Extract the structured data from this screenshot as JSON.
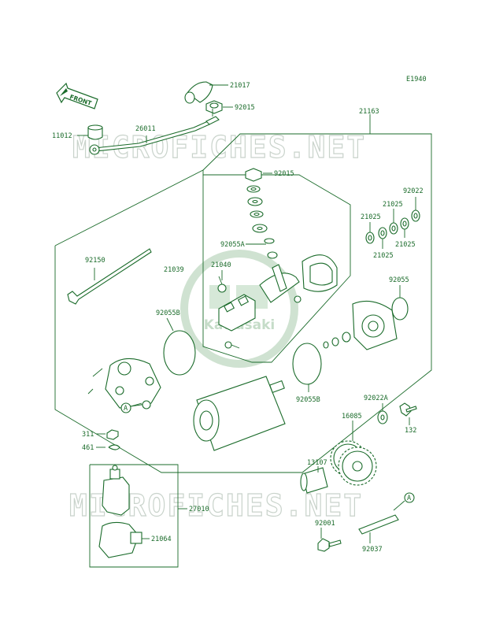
{
  "diagram_code": "E1940",
  "front_label": "FRONT",
  "callouts": {
    "c21017": "21017",
    "c92015a": "92015",
    "c21163": "21163",
    "c11012": "11012",
    "c26011": "26011",
    "c92015b": "92015",
    "c92022": "92022",
    "c21025a": "21025",
    "c21025b": "21025",
    "c21025c": "21025",
    "c21025d": "21025",
    "c92055a": "92055A",
    "c92150": "92150",
    "c21040": "21040",
    "c21039": "21039",
    "c92055": "92055",
    "c92055ba": "92055B",
    "c92055bb": "92055B",
    "c92022a": "92022A",
    "c132": "132",
    "c16085": "16085",
    "c311": "311",
    "c461": "461",
    "c13107": "13107",
    "c27010": "27010",
    "c21064": "21064",
    "c92001": "92001",
    "c92037": "92037",
    "refA1": "A",
    "refA2": "A"
  },
  "watermark": {
    "site_top": "MICROFICHES.NET",
    "site_bottom": "MICROFICHES.NET",
    "brand": "Kawasaki"
  },
  "colors": {
    "line": "#1a6b2a",
    "watermark": "#c9d3cb"
  }
}
